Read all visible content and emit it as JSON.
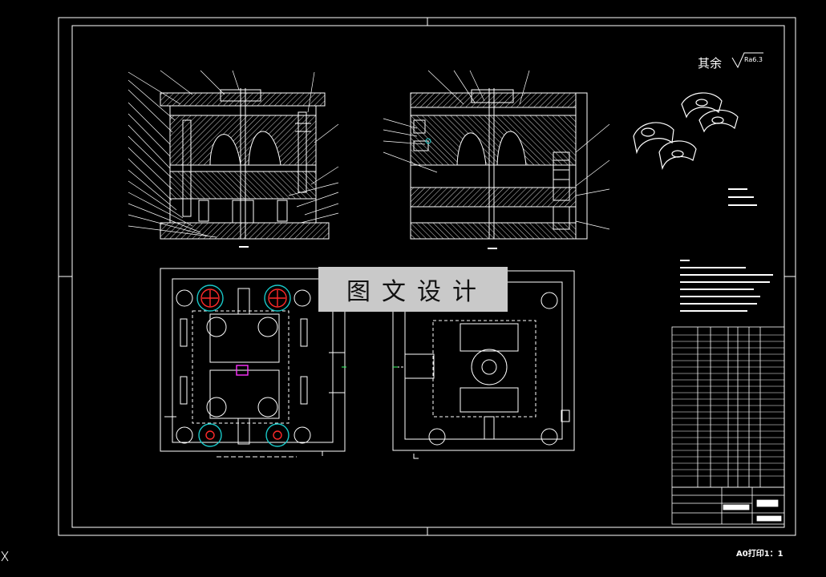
{
  "watermark": "图文设计",
  "roughness_note": "其余",
  "roughness_value": "Ra6.3",
  "scale_note": "A0打印1：1",
  "colors": {
    "background": "#000000",
    "line": "#ffffff",
    "hatch": "#cfcfcf",
    "accent_red": "#ff2a2a",
    "accent_cyan": "#19c8c8",
    "accent_magenta": "#ff33ff",
    "accent_green": "#33ff66"
  }
}
